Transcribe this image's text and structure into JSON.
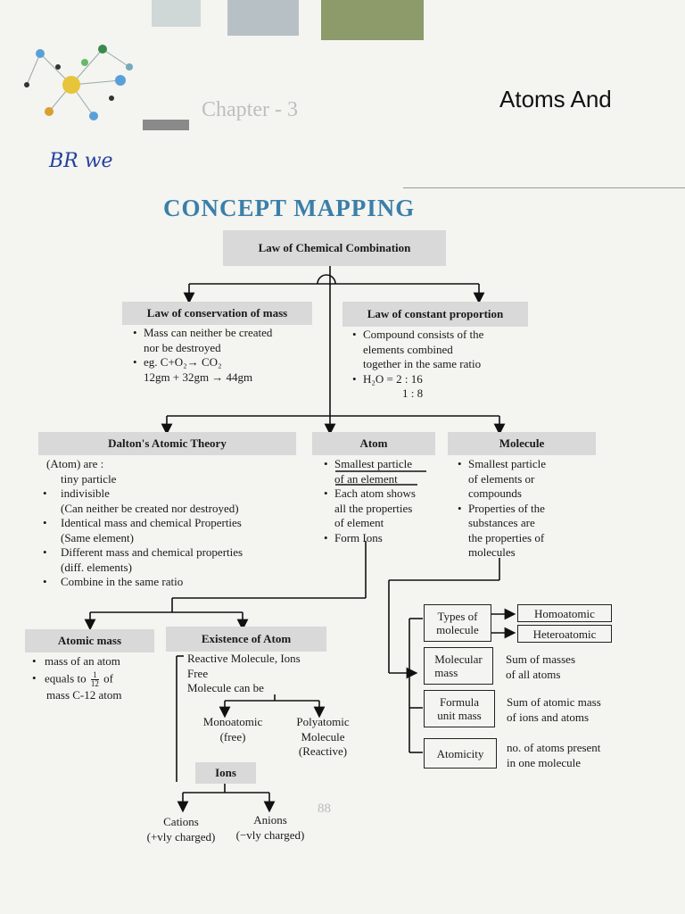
{
  "header": {
    "chapter_faint": "Chapter - 3",
    "chapter_title": "Atoms And",
    "handwritten": "BR we"
  },
  "title": "CONCEPT MAPPING",
  "root": "Law of Chemical Combination",
  "conservation": {
    "heading": "Law of conservation of mass",
    "points": [
      "Mass can neither be created",
      "nor be destroyed",
      "eg. C+O₂→ CO₂",
      "12gm + 32gm → 44gm"
    ]
  },
  "constant": {
    "heading": "Law of constant proportion",
    "points": [
      "Compound consists of the",
      "elements combined",
      "together in the same ratio",
      "H₂O = 2 : 16",
      "1 : 8"
    ]
  },
  "dalton": {
    "heading": "Dalton's Atomic Theory",
    "lines": [
      "(Atom) are :",
      "tiny particle",
      "indivisible",
      "(Can neither be created nor destroyed)",
      "Identical mass and chemical Properties",
      "(Same element)",
      "Different mass and chemical properties",
      "(diff. elements)",
      "Combine in the same ratio"
    ]
  },
  "atom": {
    "heading": "Atom",
    "lines": [
      "Smallest particle",
      "of an element",
      "Each atom shows",
      "all the properties",
      "of element",
      "Form Ions"
    ]
  },
  "molecule": {
    "heading": "Molecule",
    "lines": [
      "Smallest particle",
      "of elements or",
      "compounds",
      "Properties of the",
      "substances are",
      "the properties of",
      "molecules"
    ]
  },
  "atomic_mass": {
    "heading": "Atomic mass",
    "lines": [
      "mass of an atom",
      "equals to",
      "1",
      "12",
      "of",
      "mass C-12 atom"
    ]
  },
  "existence": {
    "heading": "Existence of Atom",
    "lines": [
      "Reactive Molecule, Ions",
      "Free",
      "Molecule can be"
    ],
    "mono": [
      "Monoatomic",
      "(free)"
    ],
    "poly": [
      "Polyatomic",
      "Molecule",
      "(Reactive)"
    ]
  },
  "ions": {
    "heading": "Ions",
    "cations": [
      "Cations",
      "(+vly charged)"
    ],
    "anions": [
      "Anions",
      "(−vly charged)"
    ]
  },
  "mol_types": {
    "types_label": [
      "Types of",
      "molecule"
    ],
    "homo": "Homoatomic",
    "hetero": "Heteroatomic",
    "molmass_label": [
      "Molecular",
      "mass"
    ],
    "molmass_desc": [
      "Sum of masses",
      "of all atoms"
    ],
    "formula_label": [
      "Formula",
      "unit mass"
    ],
    "formula_desc": [
      "Sum of atomic mass",
      "of ions and atoms"
    ],
    "atomicity_label": "Atomicity",
    "atomicity_desc": [
      "no. of atoms present",
      "in one molecule"
    ]
  },
  "page_no": "88"
}
